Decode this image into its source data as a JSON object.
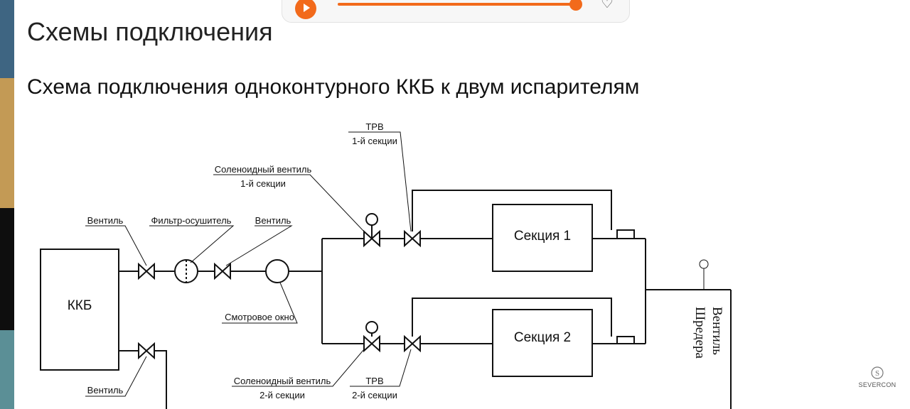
{
  "page": {
    "title": "Схемы подключения",
    "subtitle": "Схема подключения одноконтурного ККБ к двум испарителям"
  },
  "colors": {
    "accent": "#f26a1b",
    "line": "#111111",
    "left_strip": [
      "#3e6582",
      "#c39a55",
      "#0e0e0e",
      "#5b8f96"
    ]
  },
  "player": {
    "play_icon": "play-icon",
    "favorite_icon": "heart-icon",
    "progress": 0.95
  },
  "diagram": {
    "kkb_label": "ККБ",
    "section1_label": "Секция 1",
    "section2_label": "Секция 2",
    "labels": {
      "valve_top": "Вентиль",
      "filter": "Фильтр-осушитель",
      "valve_mid": "Вентиль",
      "sight_glass": "Смотровое окно",
      "solenoid1_line1": "Соленоидный вентиль",
      "solenoid1_line2": "1-й секции",
      "trv1_line1": "ТРВ",
      "trv1_line2": "1-й секции",
      "solenoid2_line1": "Соленоидный вентиль",
      "solenoid2_line2": "2-й секции",
      "trv2_line1": "ТРВ",
      "trv2_line2": "2-й секции",
      "valve_bottom": "Вентиль",
      "schrader_line1": "Вентиль",
      "schrader_line2": "Шредера"
    }
  },
  "logo": {
    "text": "SEVERCON"
  }
}
